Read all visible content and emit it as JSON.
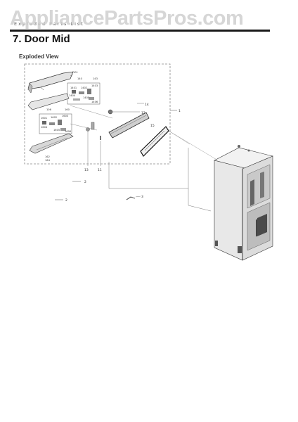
{
  "watermark": {
    "text": "AppliancePartsPros.com"
  },
  "header": {
    "small_text": "Exploded Parts List"
  },
  "section": {
    "title": "7.  Door Mid",
    "subtitle": "Exploded View"
  },
  "callouts": {
    "c1": "1",
    "c2a": "2",
    "c2b": "2",
    "c3": "3",
    "c11": "11",
    "c12": "12",
    "c13": "13",
    "c14": "14",
    "c15": "15",
    "c101": "101",
    "c102": "102",
    "c140": "140",
    "c143": "143",
    "c1401": "1401",
    "c1402": "1402",
    "c1403": "1403",
    "c1404": "1404",
    "c1405": "1405",
    "c1406": "1406",
    "c106": "106",
    "c160": "160",
    "c1601": "1601",
    "c1602": "1602",
    "c1603": "1603",
    "c1604": "1604",
    "c1605": "1605",
    "c1606": "1606",
    "c162": "162",
    "c164": "164"
  },
  "colors": {
    "line": "#555555",
    "dash": "#888888",
    "part_fill": "#d9d9d9",
    "dark_fill": "#3a3a3a"
  }
}
